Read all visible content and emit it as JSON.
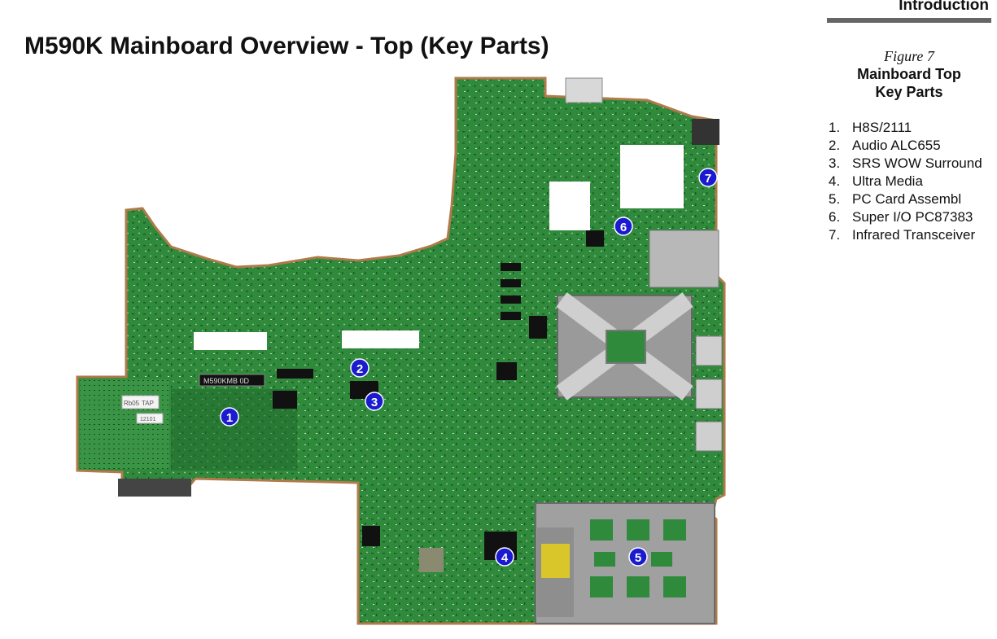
{
  "header": {
    "section": "Introduction",
    "title": "M590K Mainboard Overview - Top (Key Parts)"
  },
  "figure": {
    "number": "Figure 7",
    "title_line1": "Mainboard Top",
    "title_line2": "Key Parts"
  },
  "board": {
    "silkscreen": "M590KMB 0D",
    "sticker_1": "TAP",
    "sticker_2": "Rb05",
    "sticker_3": "12101",
    "colors": {
      "pcb": "#2f8a3c",
      "pcb_dark": "#1f6a2c",
      "copper_edge": "#b07a4a",
      "marker": "#1a1ad0"
    }
  },
  "markers": [
    {
      "num": "1",
      "icon": "numbered-marker"
    },
    {
      "num": "2",
      "icon": "numbered-marker"
    },
    {
      "num": "3",
      "icon": "numbered-marker"
    },
    {
      "num": "4",
      "icon": "numbered-marker"
    },
    {
      "num": "5",
      "icon": "numbered-marker"
    },
    {
      "num": "6",
      "icon": "numbered-marker"
    },
    {
      "num": "7",
      "icon": "numbered-marker"
    }
  ],
  "parts": [
    {
      "num": "1.",
      "name": "H8S/2111"
    },
    {
      "num": "2.",
      "name": "Audio ALC655"
    },
    {
      "num": "3.",
      "name": "SRS WOW Surround"
    },
    {
      "num": "4.",
      "name": "Ultra Media"
    },
    {
      "num": "5.",
      "name": "PC Card Assembl"
    },
    {
      "num": "6.",
      "name": "Super I/O PC87383"
    },
    {
      "num": "7.",
      "name": "Infrared Transceiver"
    }
  ]
}
